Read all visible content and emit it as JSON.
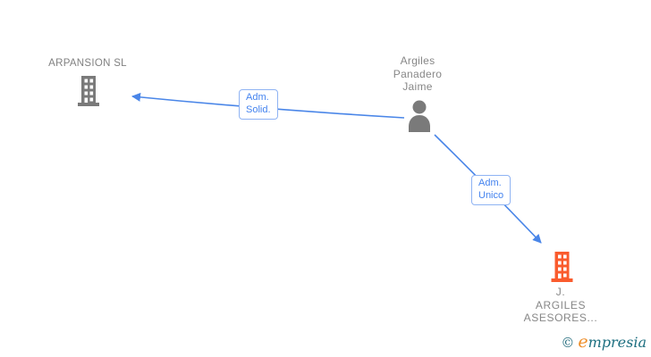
{
  "page": {
    "background": "#ffffff",
    "accent_blue": "#4a86e8",
    "node_gray": "#7a7a7a",
    "node_orange": "#fa5b2d"
  },
  "nodes": {
    "arpansion": {
      "label": "ARPANSION SL",
      "type": "company",
      "icon": "building-icon",
      "color": "#7a7a7a"
    },
    "person": {
      "label": "Argiles Panadero Jaime",
      "label_lines": [
        "Argiles",
        "Panadero",
        "Jaime"
      ],
      "type": "person",
      "icon": "person-icon",
      "color": "#7a7a7a"
    },
    "jargiles": {
      "label": "J. ARGILES ASESORES...",
      "label_lines": [
        "J.",
        "ARGILES",
        "ASESORES..."
      ],
      "type": "company",
      "icon": "building-icon",
      "color": "#fa5b2d"
    }
  },
  "edges": {
    "adm_solid": {
      "label": "Adm. Solid.",
      "label_lines": [
        "Adm.",
        "Solid."
      ],
      "from": "Argiles Panadero Jaime",
      "to": "ARPANSION SL",
      "color": "#4a86e8"
    },
    "adm_unico": {
      "label": "Adm. Unico",
      "label_lines": [
        "Adm.",
        "Unico"
      ],
      "from": "Argiles Panadero Jaime",
      "to": "J. ARGILES ASESORES...",
      "color": "#4a86e8"
    }
  },
  "watermark": {
    "copyright_symbol": "©",
    "brand_initial": "e",
    "brand_rest": "mpresia",
    "teal": "#1d6f80",
    "orange": "#ee8e2a"
  }
}
